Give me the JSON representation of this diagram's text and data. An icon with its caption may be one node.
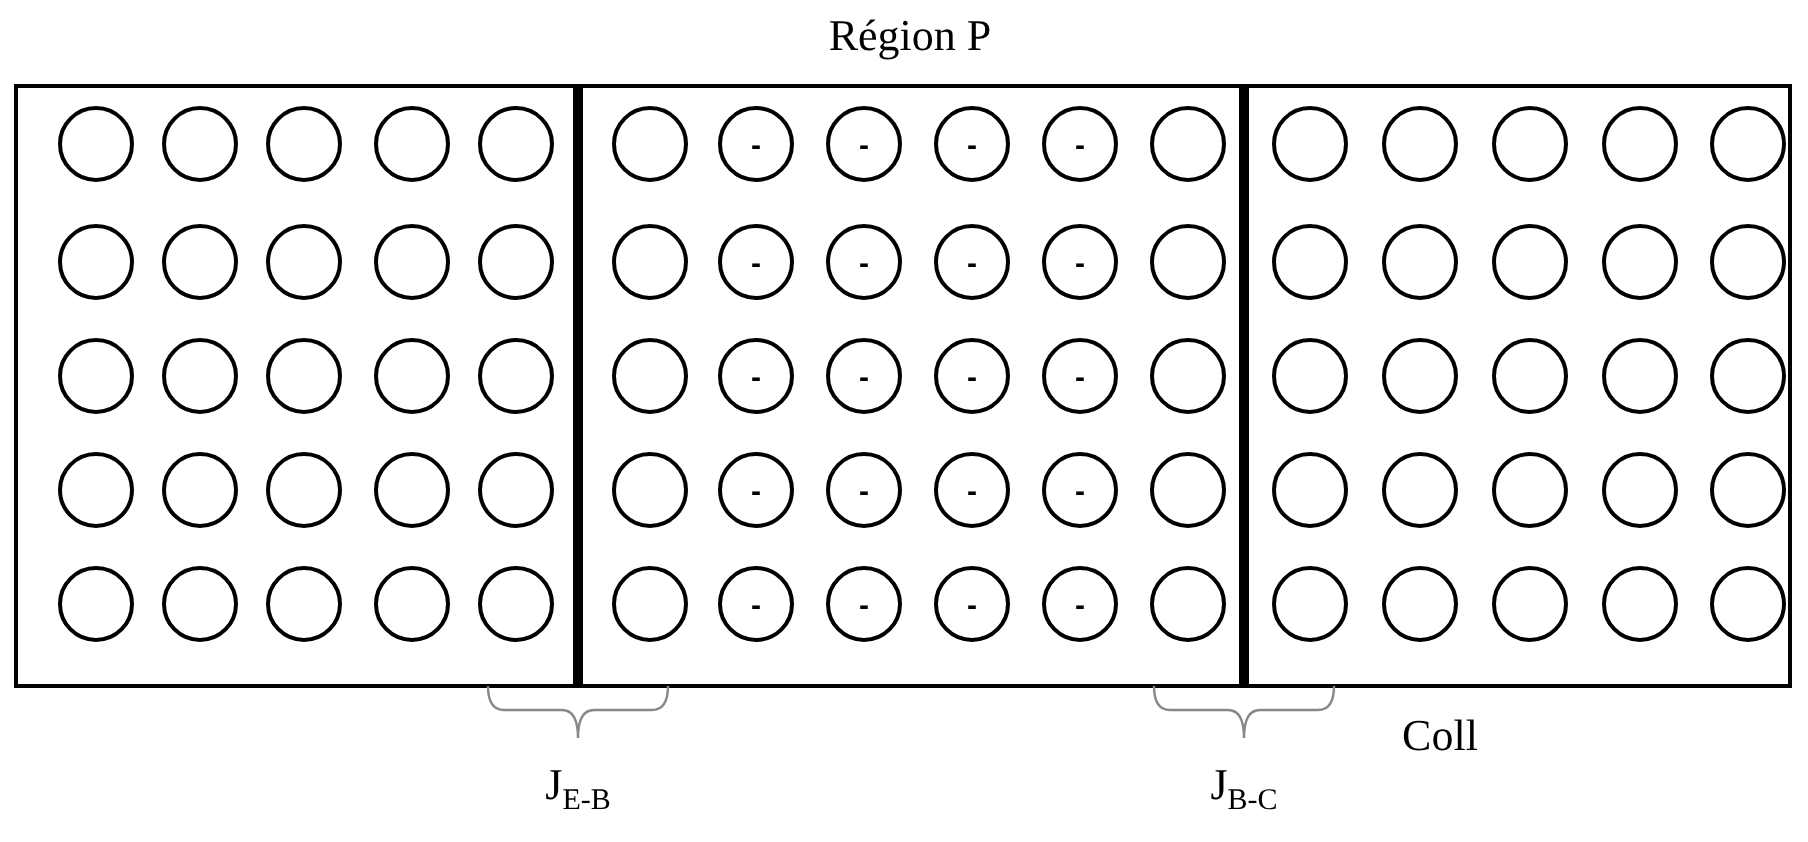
{
  "diagram": {
    "labels": [
      "Région P",
      "-",
      "-",
      "-",
      "-",
      "-",
      "-",
      "-",
      "-",
      "-",
      "-",
      "-",
      "-",
      "-",
      "-",
      "-",
      "-",
      "-",
      "-",
      "-",
      "-",
      "Coll",
      "J$_{E-B}$",
      "J$_{B-C}$"
    ]
  }
}
